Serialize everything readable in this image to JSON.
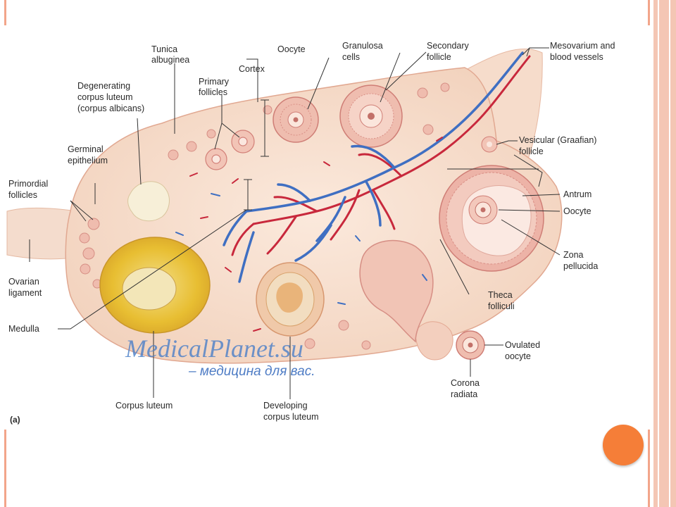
{
  "labels": {
    "tunica": [
      "Tunica",
      "albuginea"
    ],
    "cortex": "Cortex",
    "primary": [
      "Primary",
      "follicles"
    ],
    "degenerating": [
      "Degenerating",
      "corpus luteum",
      "(corpus albicans)"
    ],
    "germinal": [
      "Germinal",
      "epithelium"
    ],
    "primordial": [
      "Primordial",
      "follicles"
    ],
    "ovarian": [
      "Ovarian",
      "ligament"
    ],
    "medulla": "Medulla",
    "corpus_luteum": "Corpus luteum",
    "developing": [
      "Developing",
      "corpus luteum"
    ],
    "oocyte_top": "Oocyte",
    "granulosa": [
      "Granulosa",
      "cells"
    ],
    "secondary": [
      "Secondary",
      "follicle"
    ],
    "mesovarium": [
      "Mesovarium and",
      "blood vessels"
    ],
    "vesicular": [
      "Vesicular (Graafian)",
      "follicle"
    ],
    "antrum": "Antrum",
    "oocyte_right": "Oocyte",
    "zona": [
      "Zona",
      "pellucida"
    ],
    "theca": [
      "Theca",
      "folliculi"
    ],
    "ovulated": [
      "Ovulated",
      "oocyte"
    ],
    "corona": [
      "Corona",
      "radiata"
    ],
    "panel": "(a)"
  },
  "watermark": {
    "line1": "MedicalPlanet.su",
    "line2": "– медицина для вас."
  },
  "colors": {
    "tissue": "#f6dcc9",
    "tissue_edge": "#e7b7a0",
    "follicle": "#d98f86",
    "artery": "#c8283c",
    "vein": "#3f6fc2",
    "corpus_luteum": "#e9c33b",
    "accent": "#f57e38"
  }
}
